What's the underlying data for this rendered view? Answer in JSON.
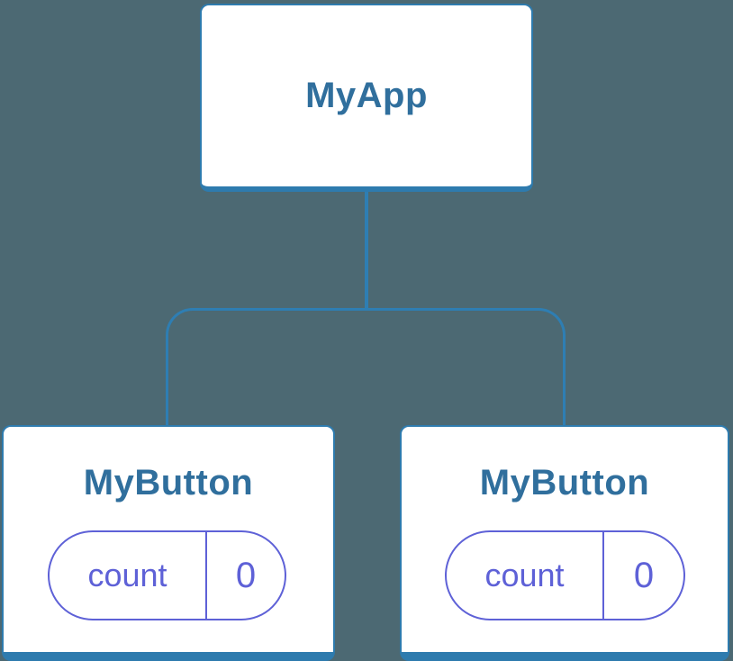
{
  "diagram": {
    "description": "Component tree: parent component with two child components each holding independent state",
    "colors": {
      "background": "#4C6973",
      "card_background": "#FFFFFF",
      "node_border": "#2E7BAE",
      "connector": "#2E7EB3",
      "node_text": "#306F9D",
      "state_accent": "#5E61D7"
    },
    "tree": {
      "root": {
        "label": "MyApp"
      },
      "children": [
        {
          "label": "MyButton",
          "state": {
            "key": "count",
            "value": "0"
          }
        },
        {
          "label": "MyButton",
          "state": {
            "key": "count",
            "value": "0"
          }
        }
      ]
    }
  }
}
